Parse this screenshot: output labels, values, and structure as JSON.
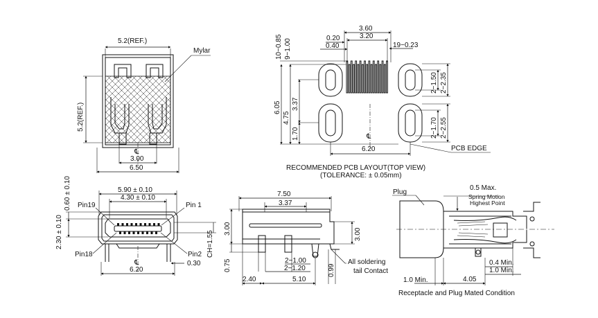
{
  "top_left": {
    "ref_width": "5.2(REF.)",
    "ref_height": "5.2(REF.)",
    "mylar": "Mylar",
    "dim_300": "3.00",
    "dim_650": "6.50",
    "center_mark": "℄"
  },
  "pcb_layout": {
    "d_360": "3.60",
    "d_320": "3.20",
    "d_020": "0.20",
    "d_040": "0.40",
    "d_19_023": "19−0.23",
    "d_10_085": "10−0.85",
    "d_9_100": "9−1.00",
    "d_605": "6.05",
    "d_475": "4.75",
    "d_337": "3.37",
    "d_170": "1.70",
    "d_2_150": "2−1.50",
    "d_2_235": "2−2.35",
    "d_2_170": "2−1.70",
    "d_2_255": "2−2.55",
    "d_620": "6.20",
    "pcb_edge": "PCB EDGE",
    "title": "RECOMMENDED PCB LAYOUT(TOP VIEW)",
    "tolerance": "(TOLERANCE: ± 0.05mm)",
    "center_mark": "℄"
  },
  "front_view": {
    "d_590": "5.90 ± 0.10",
    "d_430": "4.30 ± 0.10",
    "pin19": "Pin19",
    "pin1": "Pin 1",
    "pin18": "Pin18",
    "pin2": "Pin2",
    "d_060": "0.60 ± 0.10",
    "d_230": "2.30 ± 0.10",
    "ch": "CH=1.55",
    "d_030": "0.30",
    "d_620": "6.20",
    "center_mark": "℄"
  },
  "side_view": {
    "d_750": "7.50",
    "d_337": "3.37",
    "d_300l": "3.00",
    "d_300r": "3.00",
    "d_2_100": "2−1.00",
    "d_2_120": "2−1.20",
    "d_075": "0.75",
    "d_240": "2.40",
    "d_510": "5.10",
    "d_099": "0.99",
    "solder1": "All soldering",
    "solder2": "tail Contact"
  },
  "mated_view": {
    "plug": "Plug",
    "max05": "0.5 Max.",
    "spring1": "Spring Motion",
    "spring2": "Highest Point",
    "min04": "0.4 Min.",
    "min10r": "1.0 Min.",
    "min10l": "1.0 Min.",
    "d_405": "4.05",
    "caption": "Receptacle and Plug Mated Condition"
  }
}
